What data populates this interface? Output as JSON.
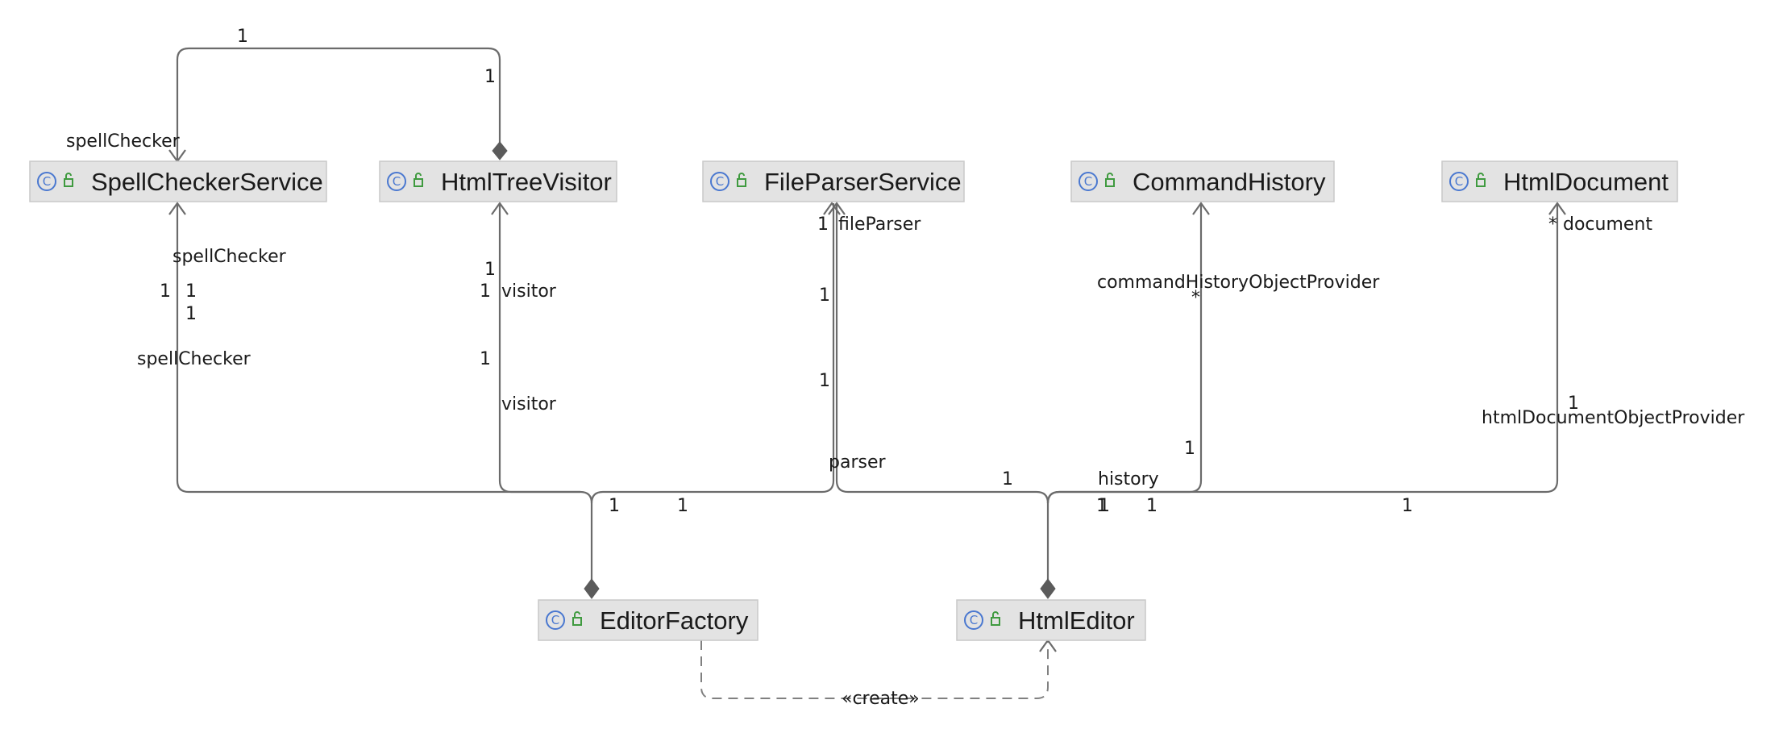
{
  "classes": {
    "spell_checker_service": "SpellCheckerService",
    "html_tree_visitor": "HtmlTreeVisitor",
    "file_parser_service": "FileParserService",
    "command_history": "CommandHistory",
    "html_document": "HtmlDocument",
    "editor_factory": "EditorFactory",
    "html_editor": "HtmlEditor"
  },
  "icons": {
    "class_icon_glyph": "C",
    "class_icon": "class-icon",
    "visibility_icon": "public-lock-icon"
  },
  "labels": {
    "top_loop_mult": "1",
    "top_loop_visitor_mult": "1",
    "top_loop_role": "spellChecker",
    "scs_role_1": "spellChecker",
    "scs_mult_a": "1",
    "scs_mult_b": "1",
    "scs_mult_c": "1",
    "scs_role_2": "spellChecker",
    "htv_mult_a": "1",
    "htv_mult_b": "1",
    "htv_role_1": "visitor",
    "htv_mult_c": "1",
    "htv_role_2": "visitor",
    "fps_mult_a": "1",
    "fps_role": "fileParser",
    "fps_mult_b": "1",
    "fps_mult_c": "1",
    "parser_role": "parser",
    "ch_role": "commandHistoryObjectProvider",
    "ch_mult_star": "*",
    "ch_mult_a": "1",
    "history_role": "history",
    "hd_mult_star": "*",
    "hd_role": "document",
    "hd_mult_a": "1",
    "hd_role_provider": "htmlDocumentObjectProvider",
    "bottom_mult_1": "1",
    "bottom_mult_2": "1",
    "bottom_mult_3": "1",
    "bottom_mult_4": "1",
    "bottom_mult_5": "1",
    "bottom_mult_6": "1",
    "bottom_mult_7": "1",
    "create_stereotype": "«create»"
  }
}
